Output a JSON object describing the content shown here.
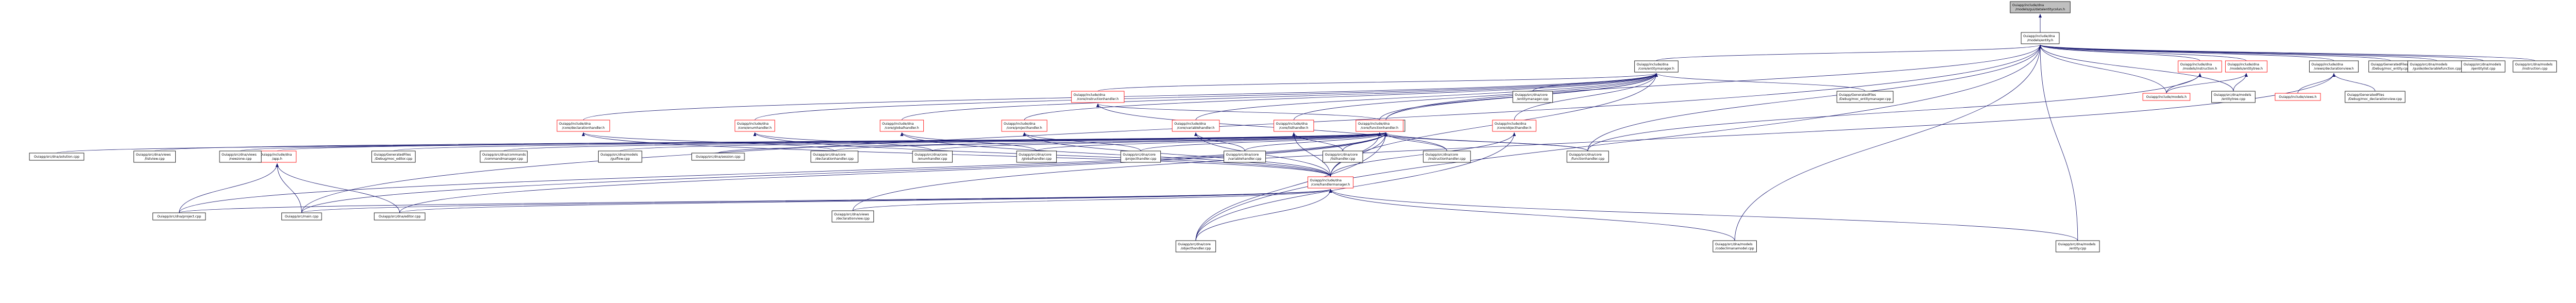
{
  "colors": {
    "edge": "#191970",
    "node_border": "#000000",
    "node_fill": "#ffffff",
    "root_fill": "#bfbfbf",
    "truncated_border": "#ff0000"
  },
  "nodes": [
    {
      "id": "root",
      "lines": [
        "Ouiapp/include/dna",
        "/models/gui/datalentitycolun.h"
      ],
      "root": true
    },
    {
      "id": "entity_h",
      "lines": [
        "Ouiapp/include/dna",
        "/models/entity.h"
      ]
    },
    {
      "id": "entitymanager_h",
      "lines": [
        "Ouiapp/include/dna",
        "/core/entitymanager.h"
      ]
    },
    {
      "id": "instruction_h",
      "lines": [
        "Ouiapp/include/dna",
        "/models/instruction.h"
      ],
      "truncated": true
    },
    {
      "id": "entitytree_h",
      "lines": [
        "Ouiapp/include/dna",
        "/models/entitytree.h"
      ],
      "truncated": true
    },
    {
      "id": "declarationview_h",
      "lines": [
        "Ouiapp/include/dna",
        "/views/declarationview.h"
      ]
    },
    {
      "id": "moc_entity",
      "lines": [
        "Ouiapp/GeneratedFiles",
        "/Debug/moc_entity.cpp"
      ]
    },
    {
      "id": "declarablefunction",
      "lines": [
        "Ouiapp/src/dna/models",
        "/guide/declarablefunction.cpp"
      ]
    },
    {
      "id": "qentitylist",
      "lines": [
        "Ouiapp/src/dna/models",
        "/qentitylist.cpp"
      ]
    },
    {
      "id": "instruction_cpp",
      "lines": [
        "Ouiapp/src/dna/models",
        "/instruction.cpp"
      ]
    },
    {
      "id": "editor_h",
      "lines": [
        "Ouiapp/include/dna",
        "/editor.h"
      ]
    },
    {
      "id": "entitymanager_cpp",
      "lines": [
        "Ouiapp/src/dna/core",
        "/entitymanager.cpp"
      ]
    },
    {
      "id": "moc_entitymanager",
      "lines": [
        "Ouiapp/GeneratedFiles",
        "/Debug/moc_entitymanager.cpp"
      ]
    },
    {
      "id": "models_h",
      "lines": [
        "Ouiapp/include/models.h"
      ],
      "truncated": true
    },
    {
      "id": "entitytree_cpp",
      "lines": [
        "Ouiapp/src/dna/models",
        "/entitytree.cpp"
      ]
    },
    {
      "id": "views_h",
      "lines": [
        "Ouiapp/include/views.h"
      ],
      "truncated": true
    },
    {
      "id": "moc_declarationview",
      "lines": [
        "Ouiapp/GeneratedFiles",
        "/Debug/moc_declarationview.cpp"
      ]
    },
    {
      "id": "declarationhandler_h",
      "lines": [
        "Ouiapp/include/dna",
        "/core/declarationhandler.h"
      ],
      "truncated": true
    },
    {
      "id": "enumhandler_h",
      "lines": [
        "Ouiapp/include/dna",
        "/core/enumhandler.h"
      ],
      "truncated": true
    },
    {
      "id": "globalhandler_h",
      "lines": [
        "Ouiapp/include/dna",
        "/core/globalhandler.h"
      ],
      "truncated": true
    },
    {
      "id": "projecthandler_h",
      "lines": [
        "Ouiapp/include/dna",
        "/core/projecthandler.h"
      ],
      "truncated": true
    },
    {
      "id": "instructionhandler_h",
      "lines": [
        "Ouiapp/include/dna",
        "/core/instructionhandler.h"
      ],
      "truncated": true
    },
    {
      "id": "variablehandler_h",
      "lines": [
        "Ouiapp/include/dna",
        "/core/variablehandler.h"
      ],
      "truncated": true
    },
    {
      "id": "listhandler_h",
      "lines": [
        "Ouiapp/include/dna",
        "/core/listhandler.h"
      ],
      "truncated": true
    },
    {
      "id": "functionhandler_h",
      "lines": [
        "Ouiapp/include/dna",
        "/core/functionhandler.h"
      ],
      "truncated": true
    },
    {
      "id": "objecthandler_h",
      "lines": [
        "Ouiapp/include/dna",
        "/core/objecthandler.h"
      ],
      "truncated": true
    },
    {
      "id": "app_h",
      "lines": [
        "Ouiapp/include/dna",
        "/app.h"
      ],
      "truncated": true
    },
    {
      "id": "moc_editor",
      "lines": [
        "Ouiapp/GeneratedFiles",
        "/Debug/moc_editor.cpp"
      ]
    },
    {
      "id": "commandmanager",
      "lines": [
        "Ouiapp/src/dna/commands",
        "/commandmanager.cpp"
      ]
    },
    {
      "id": "guiflow",
      "lines": [
        "Ouiapp/src/dna/models",
        "/guiflow.cpp"
      ]
    },
    {
      "id": "session_cpp",
      "lines": [
        "Ouiapp/src/dna/session.cpp"
      ]
    },
    {
      "id": "declarationhandler_cpp",
      "lines": [
        "Ouiapp/src/dna/core",
        "/declarationhandler.cpp"
      ]
    },
    {
      "id": "enumhandler_cpp",
      "lines": [
        "Ouiapp/src/dna/core",
        "/enumhandler.cpp"
      ]
    },
    {
      "id": "globalhandler_cpp",
      "lines": [
        "Ouiapp/src/dna/core",
        "/globalhandler.cpp"
      ]
    },
    {
      "id": "projecthandler_cpp",
      "lines": [
        "Ouiapp/src/dna/core",
        "/projecthandler.cpp"
      ]
    },
    {
      "id": "variablehandler_cpp",
      "lines": [
        "Ouiapp/src/dna/core",
        "/variablehandler.cpp"
      ]
    },
    {
      "id": "listhandler_cpp",
      "lines": [
        "Ouiapp/src/dna/core",
        "/listhandler.cpp"
      ]
    },
    {
      "id": "instructionhandler_cpp",
      "lines": [
        "Ouiapp/src/dna/core",
        "/instructionhandler.cpp"
      ]
    },
    {
      "id": "handlermanager_h",
      "lines": [
        "Ouiapp/include/dna",
        "/core/handlermanager.h"
      ],
      "truncated": true
    },
    {
      "id": "functionhandler_cpp",
      "lines": [
        "Ouiapp/src/dna/core",
        "/functionhandler.cpp"
      ]
    },
    {
      "id": "dnasolution",
      "lines": [
        "Ouiapp/src/dna/solution.cpp"
      ]
    },
    {
      "id": "listview",
      "lines": [
        "Ouiapp/src/dna/views",
        "/listview.cpp"
      ]
    },
    {
      "id": "newzone",
      "lines": [
        "Ouiapp/src/dna/views",
        "/newzone.cpp"
      ]
    },
    {
      "id": "project_cpp",
      "lines": [
        "Ouiapp/src/dna/project.cpp"
      ]
    },
    {
      "id": "main_cpp",
      "lines": [
        "Ouiapp/src/main.cpp"
      ]
    },
    {
      "id": "editor_cpp",
      "lines": [
        "Ouiapp/src/dna/editor.cpp"
      ]
    },
    {
      "id": "declarationview_cpp",
      "lines": [
        "Ouiapp/src/dna/views",
        "/declarationview.cpp"
      ]
    },
    {
      "id": "objecthandler_cpp",
      "lines": [
        "Ouiapp/src/dna/core",
        "/objecthandler.cpp"
      ]
    },
    {
      "id": "codeclimanamodel",
      "lines": [
        "Ouiapp/src/dna/models",
        "/codeclimanamodel.cpp"
      ]
    },
    {
      "id": "entity_cpp",
      "lines": [
        "Ouiapp/src/dna/models",
        "/entity.cpp"
      ]
    }
  ],
  "edges": [
    [
      "entity_h",
      "root"
    ],
    [
      "entitymanager_h",
      "entity_h"
    ],
    [
      "instruction_h",
      "entity_h"
    ],
    [
      "entitytree_h",
      "entity_h"
    ],
    [
      "declarationview_h",
      "entity_h"
    ],
    [
      "moc_entity",
      "entity_h"
    ],
    [
      "declarablefunction",
      "entity_h"
    ],
    [
      "qentitylist",
      "entity_h"
    ],
    [
      "instruction_cpp",
      "entity_h"
    ],
    [
      "editor_h",
      "entity_h"
    ],
    [
      "models_h",
      "entity_h"
    ],
    [
      "entitytree_cpp",
      "entity_h"
    ],
    [
      "main_cpp",
      "entity_h"
    ],
    [
      "codeclimanamodel",
      "entity_h"
    ],
    [
      "entity_cpp",
      "entity_h"
    ],
    [
      "objecthandler_cpp",
      "entity_h"
    ],
    [
      "functionhandler_cpp",
      "entity_h"
    ],
    [
      "editor_h",
      "entitymanager_h"
    ],
    [
      "entitymanager_cpp",
      "entitymanager_h"
    ],
    [
      "moc_entitymanager",
      "entitymanager_h"
    ],
    [
      "declarationhandler_h",
      "entitymanager_h"
    ],
    [
      "enumhandler_h",
      "entitymanager_h"
    ],
    [
      "globalhandler_h",
      "entitymanager_h"
    ],
    [
      "projecthandler_h",
      "entitymanager_h"
    ],
    [
      "instructionhandler_h",
      "entitymanager_h"
    ],
    [
      "variablehandler_h",
      "entitymanager_h"
    ],
    [
      "listhandler_h",
      "entitymanager_h"
    ],
    [
      "functionhandler_h",
      "entitymanager_h"
    ],
    [
      "objecthandler_h",
      "entitymanager_h"
    ],
    [
      "handlermanager_h",
      "entitymanager_h"
    ],
    [
      "models_h",
      "instruction_h"
    ],
    [
      "functionhandler_cpp",
      "instruction_h"
    ],
    [
      "models_h",
      "entitytree_h"
    ],
    [
      "entitytree_cpp",
      "entitytree_h"
    ],
    [
      "views_h",
      "declarationview_h"
    ],
    [
      "moc_declarationview",
      "declarationview_h"
    ],
    [
      "declarationview_cpp",
      "declarationview_h"
    ],
    [
      "dnasolution",
      "editor_h"
    ],
    [
      "listview",
      "editor_h"
    ],
    [
      "newzone",
      "editor_h"
    ],
    [
      "app_h",
      "editor_h"
    ],
    [
      "moc_editor",
      "editor_h"
    ],
    [
      "commandmanager",
      "editor_h"
    ],
    [
      "guiflow",
      "editor_h"
    ],
    [
      "session_cpp",
      "editor_h"
    ],
    [
      "declarationhandler_cpp",
      "editor_h"
    ],
    [
      "enumhandler_cpp",
      "editor_h"
    ],
    [
      "globalhandler_cpp",
      "editor_h"
    ],
    [
      "projecthandler_cpp",
      "editor_h"
    ],
    [
      "variablehandler_cpp",
      "editor_h"
    ],
    [
      "listhandler_cpp",
      "editor_h"
    ],
    [
      "instructionhandler_cpp",
      "editor_h"
    ],
    [
      "functionhandler_cpp",
      "editor_h"
    ],
    [
      "project_cpp",
      "editor_h"
    ],
    [
      "main_cpp",
      "editor_h"
    ],
    [
      "editor_cpp",
      "editor_h"
    ],
    [
      "objecthandler_cpp",
      "editor_h"
    ],
    [
      "handlermanager_h",
      "editor_h"
    ],
    [
      "declarationhandler_cpp",
      "declarationhandler_h"
    ],
    [
      "handlermanager_h",
      "declarationhandler_h"
    ],
    [
      "enumhandler_cpp",
      "enumhandler_h"
    ],
    [
      "handlermanager_h",
      "enumhandler_h"
    ],
    [
      "globalhandler_cpp",
      "globalhandler_h"
    ],
    [
      "handlermanager_h",
      "globalhandler_h"
    ],
    [
      "projecthandler_cpp",
      "projecthandler_h"
    ],
    [
      "handlermanager_h",
      "projecthandler_h"
    ],
    [
      "instructionhandler_cpp",
      "instructionhandler_h"
    ],
    [
      "functionhandler_h",
      "instructionhandler_h"
    ],
    [
      "variablehandler_cpp",
      "variablehandler_h"
    ],
    [
      "handlermanager_h",
      "variablehandler_h"
    ],
    [
      "listhandler_cpp",
      "listhandler_h"
    ],
    [
      "handlermanager_h",
      "listhandler_h"
    ],
    [
      "functionhandler_cpp",
      "functionhandler_h"
    ],
    [
      "handlermanager_h",
      "functionhandler_h"
    ],
    [
      "objecthandler_cpp",
      "objecthandler_h"
    ],
    [
      "handlermanager_h",
      "objecthandler_h"
    ],
    [
      "main_cpp",
      "app_h"
    ],
    [
      "editor_cpp",
      "app_h"
    ],
    [
      "project_cpp",
      "app_h"
    ],
    [
      "project_cpp",
      "handlermanager_h"
    ],
    [
      "main_cpp",
      "handlermanager_h"
    ],
    [
      "editor_cpp",
      "handlermanager_h"
    ],
    [
      "declarationview_cpp",
      "handlermanager_h"
    ],
    [
      "objecthandler_cpp",
      "handlermanager_h"
    ],
    [
      "codeclimanamodel",
      "handlermanager_h"
    ],
    [
      "entity_cpp",
      "handlermanager_h"
    ]
  ]
}
